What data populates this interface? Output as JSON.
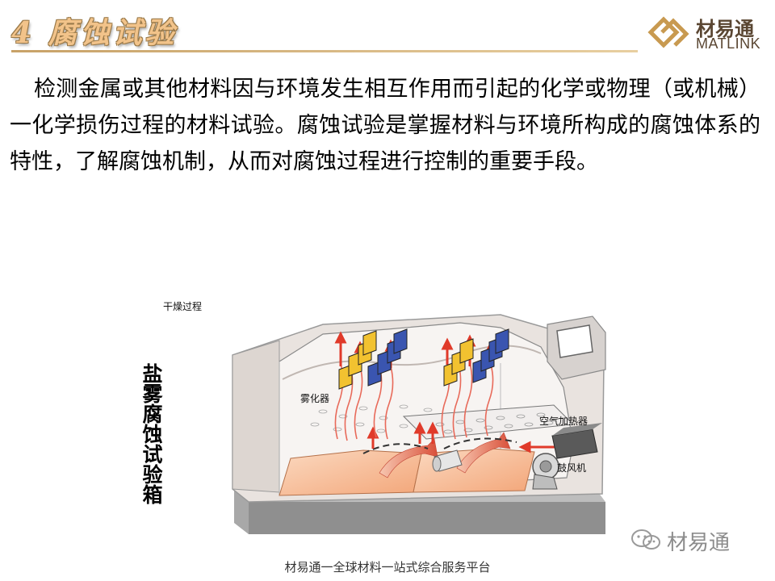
{
  "header": {
    "title": "4 腐蚀试验",
    "brand_cn": "材易通",
    "brand_en": "MATLINK"
  },
  "body": {
    "paragraph": "检测金属或其他材料因与环境发生相互作用而引起的化学或物理（或机械）一化学损伤过程的材料试验。腐蚀试验是掌握材料与环境所构成的腐蚀体系的特性，了解腐蚀机制，从而对腐蚀过程进行控制的重要手段。"
  },
  "diagram": {
    "vertical_label": "盐雾腐蚀试验箱",
    "labels": {
      "drying": "干燥过程",
      "atomizer": "雾化器",
      "air_heater": "空气加热器",
      "blower": "鼓风机"
    },
    "colors": {
      "yellow_sample": "#f2c230",
      "blue_sample": "#3a55b0",
      "arrow_red": "#e03a2a",
      "heat_pad": "#f6b48a"
    }
  },
  "watermark": {
    "text": "材易通"
  },
  "footer": {
    "text": "材易通一全球材料一站式综合服务平台"
  }
}
